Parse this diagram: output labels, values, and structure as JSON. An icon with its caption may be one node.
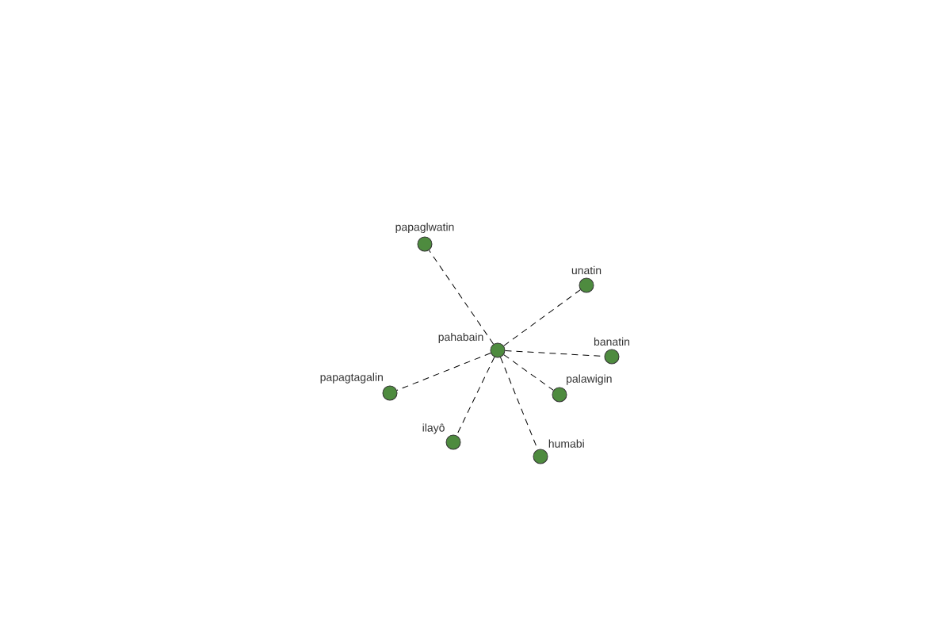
{
  "diagram": {
    "nodes": [
      {
        "text": [
          "pahabain"
        ]
      },
      {
        "text": [
          "papaglwatin"
        ]
      },
      {
        "text": [
          "unatin"
        ]
      },
      {
        "text": [
          "banatin"
        ]
      },
      {
        "text": [
          "papagtagalin"
        ]
      },
      {
        "text": [
          "palawigin"
        ]
      },
      {
        "text": [
          "ilayô"
        ]
      },
      {
        "text": [
          "humabi"
        ]
      }
    ],
    "edges": [
      {
        "from": 0,
        "to": 1,
        "arrow": "none",
        "style": "dashed"
      },
      {
        "from": 0,
        "to": 2,
        "arrow": "none",
        "style": "dashed"
      },
      {
        "from": 0,
        "to": 3,
        "arrow": "none",
        "style": "dashed"
      },
      {
        "from": 0,
        "to": 4,
        "arrow": "none",
        "style": "dashed"
      },
      {
        "from": 0,
        "to": 5,
        "arrow": "none",
        "style": "dashed"
      },
      {
        "from": 0,
        "to": 6,
        "arrow": "none",
        "style": "dashed"
      },
      {
        "from": 0,
        "to": 7,
        "arrow": "none",
        "style": "dashed"
      }
    ]
  }
}
